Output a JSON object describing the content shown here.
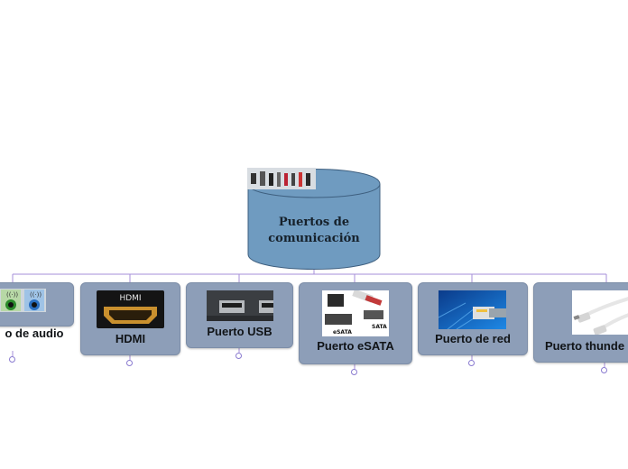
{
  "diagram": {
    "root": {
      "title_line1": "Puertos de",
      "title_line2": "comunicación"
    },
    "children": [
      {
        "id": "audio",
        "label": "o de audio"
      },
      {
        "id": "hdmi",
        "label": "HDMI",
        "image_text": "HDMI"
      },
      {
        "id": "usb",
        "label": "Puerto USB"
      },
      {
        "id": "esata",
        "label": "Puerto eSATA",
        "image_text_1": "eSATA",
        "image_text_2": "SATA"
      },
      {
        "id": "red",
        "label": "Puerto de red"
      },
      {
        "id": "thunder",
        "label": "Puerto thunde"
      }
    ],
    "colors": {
      "root_fill": "#6f9bc0",
      "node_fill": "#8d9eb8",
      "connector": "#a58fd8"
    }
  }
}
